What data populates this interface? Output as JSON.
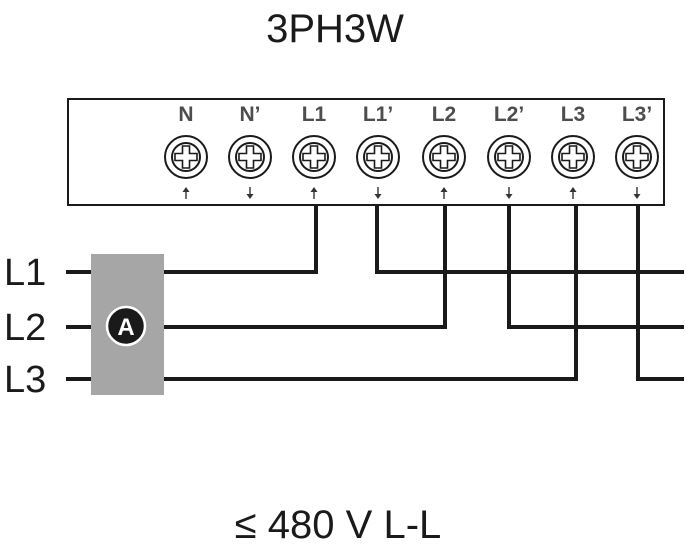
{
  "title": "3PH3W",
  "footer": "≤ 480 V L-L",
  "terminals": [
    {
      "label": "N",
      "direction": "up"
    },
    {
      "label": "N’",
      "direction": "down"
    },
    {
      "label": "L1",
      "direction": "up"
    },
    {
      "label": "L1’",
      "direction": "down"
    },
    {
      "label": "L2",
      "direction": "up"
    },
    {
      "label": "L2’",
      "direction": "down"
    },
    {
      "label": "L3",
      "direction": "up"
    },
    {
      "label": "L3’",
      "direction": "down"
    }
  ],
  "lines": [
    "L1",
    "L2",
    "L3"
  ],
  "current_transformer": {
    "label": "A"
  },
  "colors": {
    "wire": "#1a1a1a",
    "terminal_block_border": "#1a1a1a",
    "terminal_label": "#4d4d4d",
    "ct_box": "#a6a6a6",
    "ct_circle": "#1a1a1a",
    "ct_letter": "#ffffff"
  }
}
